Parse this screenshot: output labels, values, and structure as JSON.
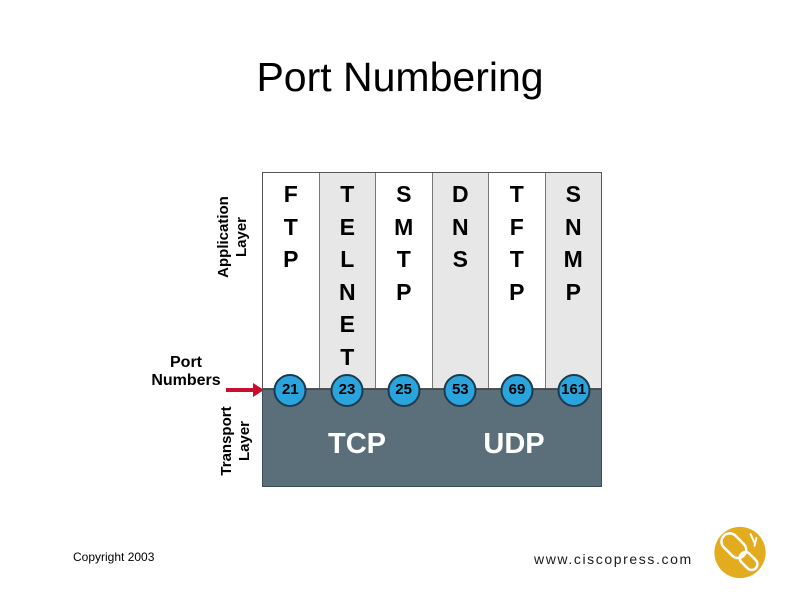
{
  "title": "Port Numbering",
  "diagram": {
    "application_layer": {
      "line1": "Application",
      "line2": "Layer"
    },
    "transport_layer": {
      "line1": "Transport",
      "line2": "Layer"
    },
    "port_pointer": {
      "line1": "Port",
      "line2": "Numbers"
    },
    "columns": [
      {
        "protocol": "FTP",
        "port": "21",
        "shade": "white"
      },
      {
        "protocol": "TELNET",
        "port": "23",
        "shade": "gray"
      },
      {
        "protocol": "SMTP",
        "port": "25",
        "shade": "white"
      },
      {
        "protocol": "DNS",
        "port": "53",
        "shade": "gray"
      },
      {
        "protocol": "TFTP",
        "port": "69",
        "shade": "white"
      },
      {
        "protocol": "SNMP",
        "port": "161",
        "shade": "gray"
      }
    ],
    "transport_protocols": [
      "TCP",
      "UDP"
    ]
  },
  "footer": {
    "copyright": "Copyright 2003",
    "website": "www.ciscopress.com",
    "logo_icon": "ciscopress-gold-scroll-logo"
  },
  "colors": {
    "port_circle_fill": "#2AA4DC",
    "port_circle_border": "#1B3A4E",
    "transport_band": "#5B6F7A",
    "column_gray": "#E7E7E7",
    "arrow_red": "#C8102E",
    "logo_gold": "#E3AC1E"
  }
}
